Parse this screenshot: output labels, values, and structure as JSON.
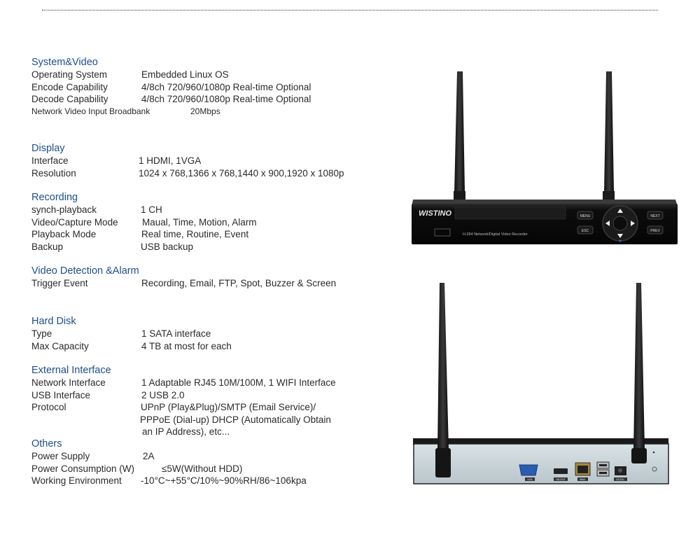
{
  "sections": [
    {
      "title": "System&Video",
      "rows": [
        {
          "label": "Operating System",
          "value": "Embedded Linux OS"
        },
        {
          "label": "Encode Capability",
          "value": "4/8ch 720/960/1080p Real-time Optional"
        },
        {
          "label": "Decode Capability",
          "value": "4/8ch 720/960/1080p Real-time Optional"
        },
        {
          "label": "Network Video Input Broadbank",
          "value": "20Mbps"
        }
      ]
    },
    {
      "title": "Display",
      "rows": [
        {
          "label": "Interface",
          "value": "1 HDMI, 1VGA"
        },
        {
          "label": "Resolution",
          "value": "1024 x 768,1366 x 768,1440 x 900,1920 x 1080p"
        }
      ]
    },
    {
      "title": "Recording",
      "rows": [
        {
          "label": "synch-playback",
          "value": "1 CH"
        },
        {
          "label": "Video/Capture Mode",
          "value": "Maual, Time, Motion, Alarm"
        },
        {
          "label": "Playback Mode",
          "value": "Real time, Routine, Event"
        },
        {
          "label": "Backup",
          "value": "USB backup"
        }
      ]
    },
    {
      "title": "Video Detection &Alarm",
      "rows": [
        {
          "label": "Trigger Event",
          "value": "Recording,  Email, FTP,  Spot, Buzzer & Screen"
        }
      ]
    },
    {
      "title": "Hard Disk",
      "rows": [
        {
          "label": "Type",
          "value": "1 SATA interface"
        },
        {
          "label": "Max Capacity",
          "value": "4 TB at most for each"
        }
      ]
    },
    {
      "title": "External Interface",
      "rows": [
        {
          "label": "Network Interface",
          "value": "1 Adaptable RJ45 10M/100M, 1 WIFI Interface"
        },
        {
          "label": "USB Interface",
          "value": "2 USB 2.0"
        },
        {
          "label": "Protocol",
          "value": "UPnP (Play&Plug)/SMTP (Email Service)/"
        }
      ],
      "continuation": [
        "PPPoE (Dial-up) DHCP (Automatically Obtain",
        "an IP Address), etc..."
      ]
    },
    {
      "title": "Others",
      "rows": [
        {
          "label": "Power Supply",
          "value": "2A"
        },
        {
          "label": "Power Consumption (W)",
          "value": "≤5W(Without HDD)"
        },
        {
          "label": "Working Environment",
          "value": "-10°C~+55°C/10%~90%RH/86~106kpa"
        }
      ]
    }
  ],
  "device_front": {
    "brand": "WISTINO",
    "panel_text": "H.264 Network/Digital Video Recorder",
    "buttons": [
      "MENU",
      "ESC",
      "NEXT",
      "PREV"
    ]
  },
  "device_rear": {
    "port_labels": [
      "VGA",
      "HD-OUT",
      "WAN",
      "DC12V"
    ]
  }
}
